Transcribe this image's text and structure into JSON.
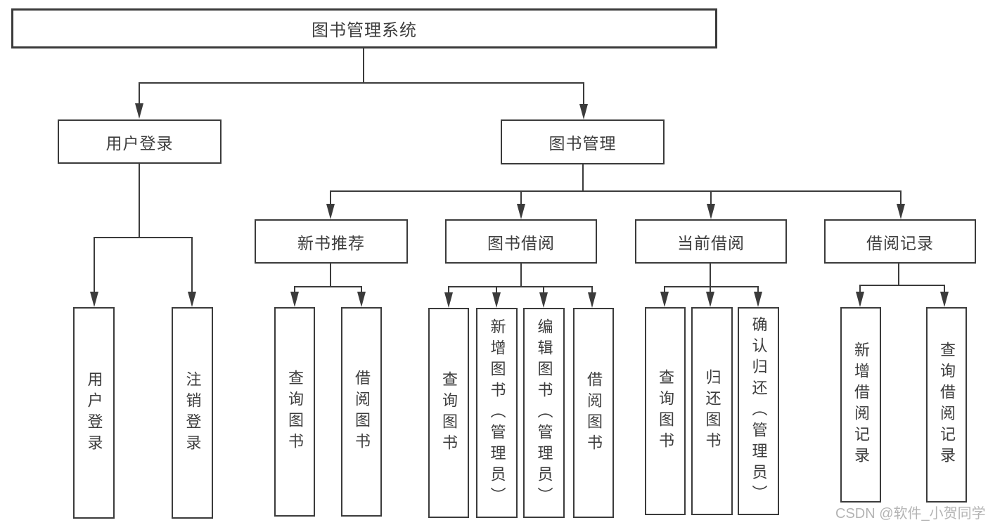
{
  "tree": {
    "root": {
      "label": "图书管理系统",
      "children": [
        {
          "label": "用户登录",
          "children": [
            {
              "label": "用户登录"
            },
            {
              "label": "注销登录"
            }
          ]
        },
        {
          "label": "图书管理",
          "children": [
            {
              "label": "新书推荐",
              "children": [
                {
                  "label": "查询图书"
                },
                {
                  "label": "借阅图书"
                }
              ]
            },
            {
              "label": "图书借阅",
              "children": [
                {
                  "label": "查询图书"
                },
                {
                  "label": "新增图书（管理员）"
                },
                {
                  "label": "编辑图书（管理员）"
                },
                {
                  "label": "借阅图书"
                }
              ]
            },
            {
              "label": "当前借阅",
              "children": [
                {
                  "label": "查询图书"
                },
                {
                  "label": "归还图书"
                },
                {
                  "label": "确认归还（管理员）"
                }
              ]
            },
            {
              "label": "借阅记录",
              "children": [
                {
                  "label": "新增借阅记录"
                },
                {
                  "label": "查询借阅记录"
                }
              ]
            }
          ]
        }
      ]
    }
  },
  "watermark": {
    "text": "CSDN @软件_小贺同学"
  },
  "colors": {
    "line": "#3b3b3b",
    "text": "#3d3d3d",
    "watermark": "#b4b4b4",
    "background": "#ffffff"
  }
}
